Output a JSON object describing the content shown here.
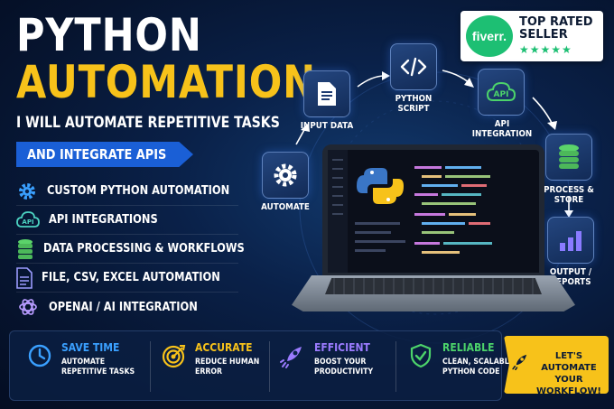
{
  "title_line1": "PYTHON",
  "title_line2": "AUTOMATION",
  "subtitle": "I WILL AUTOMATE REPETITIVE TASKS",
  "ribbon": "AND INTEGRATE APIS",
  "features": [
    {
      "label": "CUSTOM PYTHON AUTOMATION",
      "icon": "gear-icon"
    },
    {
      "label": "API INTEGRATIONS",
      "icon": "api-cloud-icon"
    },
    {
      "label": "DATA PROCESSING & WORKFLOWS",
      "icon": "database-icon"
    },
    {
      "label": "FILE, CSV, EXCEL AUTOMATION",
      "icon": "file-icon"
    },
    {
      "label": "OPENAI / AI INTEGRATION",
      "icon": "openai-icon"
    }
  ],
  "badge": {
    "brand": "fiverr.",
    "line1": "TOP RATED",
    "line2": "SELLER",
    "stars": "★★★★★",
    "color": "#1dbf73"
  },
  "workflow": {
    "input": "INPUT DATA",
    "script_line1": "PYTHON",
    "script_line2": "SCRIPT",
    "api": "API INTEGRATION",
    "api_text": "API",
    "process": "PROCESS & STORE",
    "output_line1": "OUTPUT /",
    "output_line2": "REPORTS",
    "automate": "AUTOMATE"
  },
  "benefits": [
    {
      "title": "SAVE TIME",
      "desc": "AUTOMATE REPETITIVE TASKS",
      "color": "#3aa0ff",
      "icon": "clock-icon"
    },
    {
      "title": "ACCURATE",
      "desc": "REDUCE HUMAN ERROR",
      "color": "#f7c21a",
      "icon": "target-icon"
    },
    {
      "title": "EFFICIENT",
      "desc": "BOOST YOUR PRODUCTIVITY",
      "color": "#9b7bff",
      "icon": "rocket-icon"
    },
    {
      "title": "RELIABLE",
      "desc": "CLEAN, SCALABLE PYTHON CODE",
      "color": "#4cd36a",
      "icon": "shield-check-icon"
    }
  ],
  "cta": {
    "line1": "LET'S AUTOMATE",
    "line2": "YOUR WORKFLOW!",
    "icon": "rocket-icon"
  },
  "colors": {
    "accent_yellow": "#f7c21a",
    "accent_blue": "#1a5fd6",
    "background": "#0a2149"
  }
}
